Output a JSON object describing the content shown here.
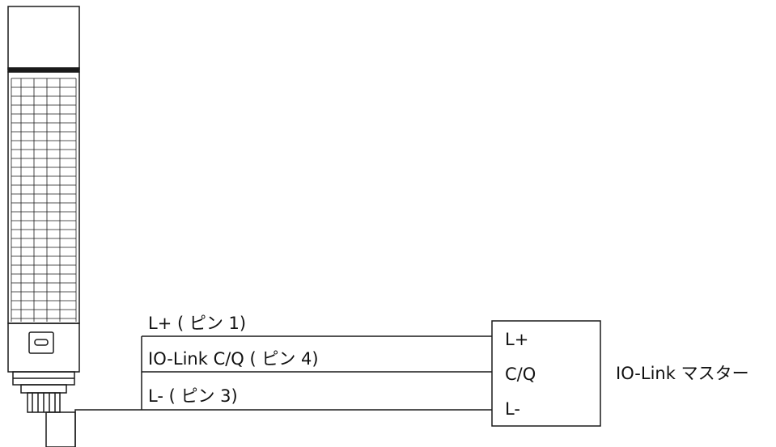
{
  "wires": [
    {
      "label": "L+ ( ピン 1)"
    },
    {
      "label": "IO-Link C/Q ( ピン 4)"
    },
    {
      "label": "L- ( ピン 3)"
    }
  ],
  "master": {
    "pins": [
      "L+",
      "C/Q",
      "L-"
    ],
    "name": "IO-Link マスター"
  },
  "colors": {
    "line": "#1a1a1a",
    "background": "#ffffff"
  }
}
